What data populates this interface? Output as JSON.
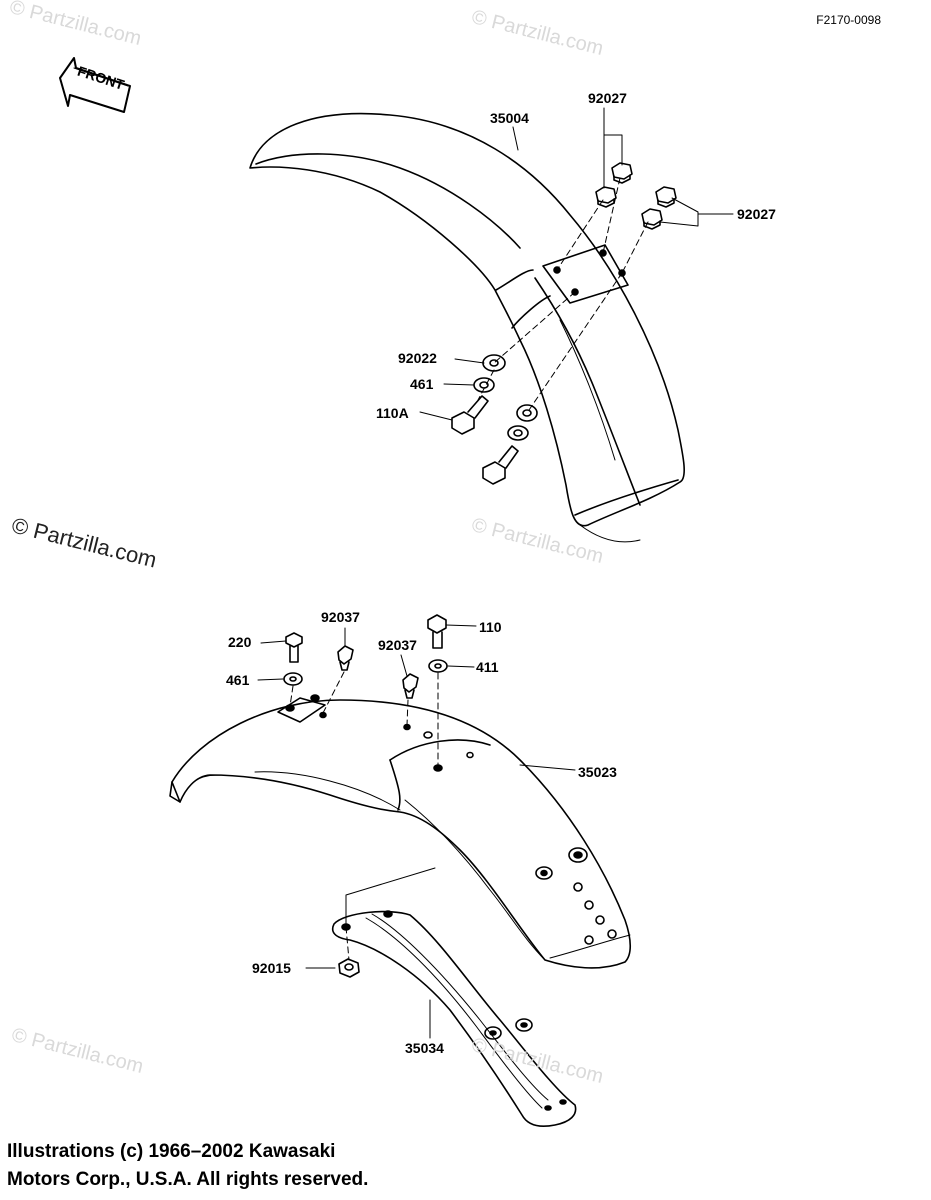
{
  "figure_id": "F2170-0098",
  "front_label": "FRONT",
  "watermark_text": "© Partzilla.com",
  "copyright": {
    "line1": "Illustrations (c) 1966–2002 Kawasaki",
    "line2": "Motors Corp., U.S.A.  All rights reserved."
  },
  "parts": {
    "p35004": "35004",
    "p92027_top": "92027",
    "p92027_right": "92027",
    "p92022": "92022",
    "p461_top": "461",
    "p110A": "110A",
    "p220": "220",
    "p92037_left": "92037",
    "p92037_mid": "92037",
    "p110": "110",
    "p411": "411",
    "p461_low": "461",
    "p35023": "35023",
    "p92015": "92015",
    "p35034": "35034"
  },
  "colors": {
    "ink": "#000000",
    "watermark": "#d9d9d9"
  }
}
